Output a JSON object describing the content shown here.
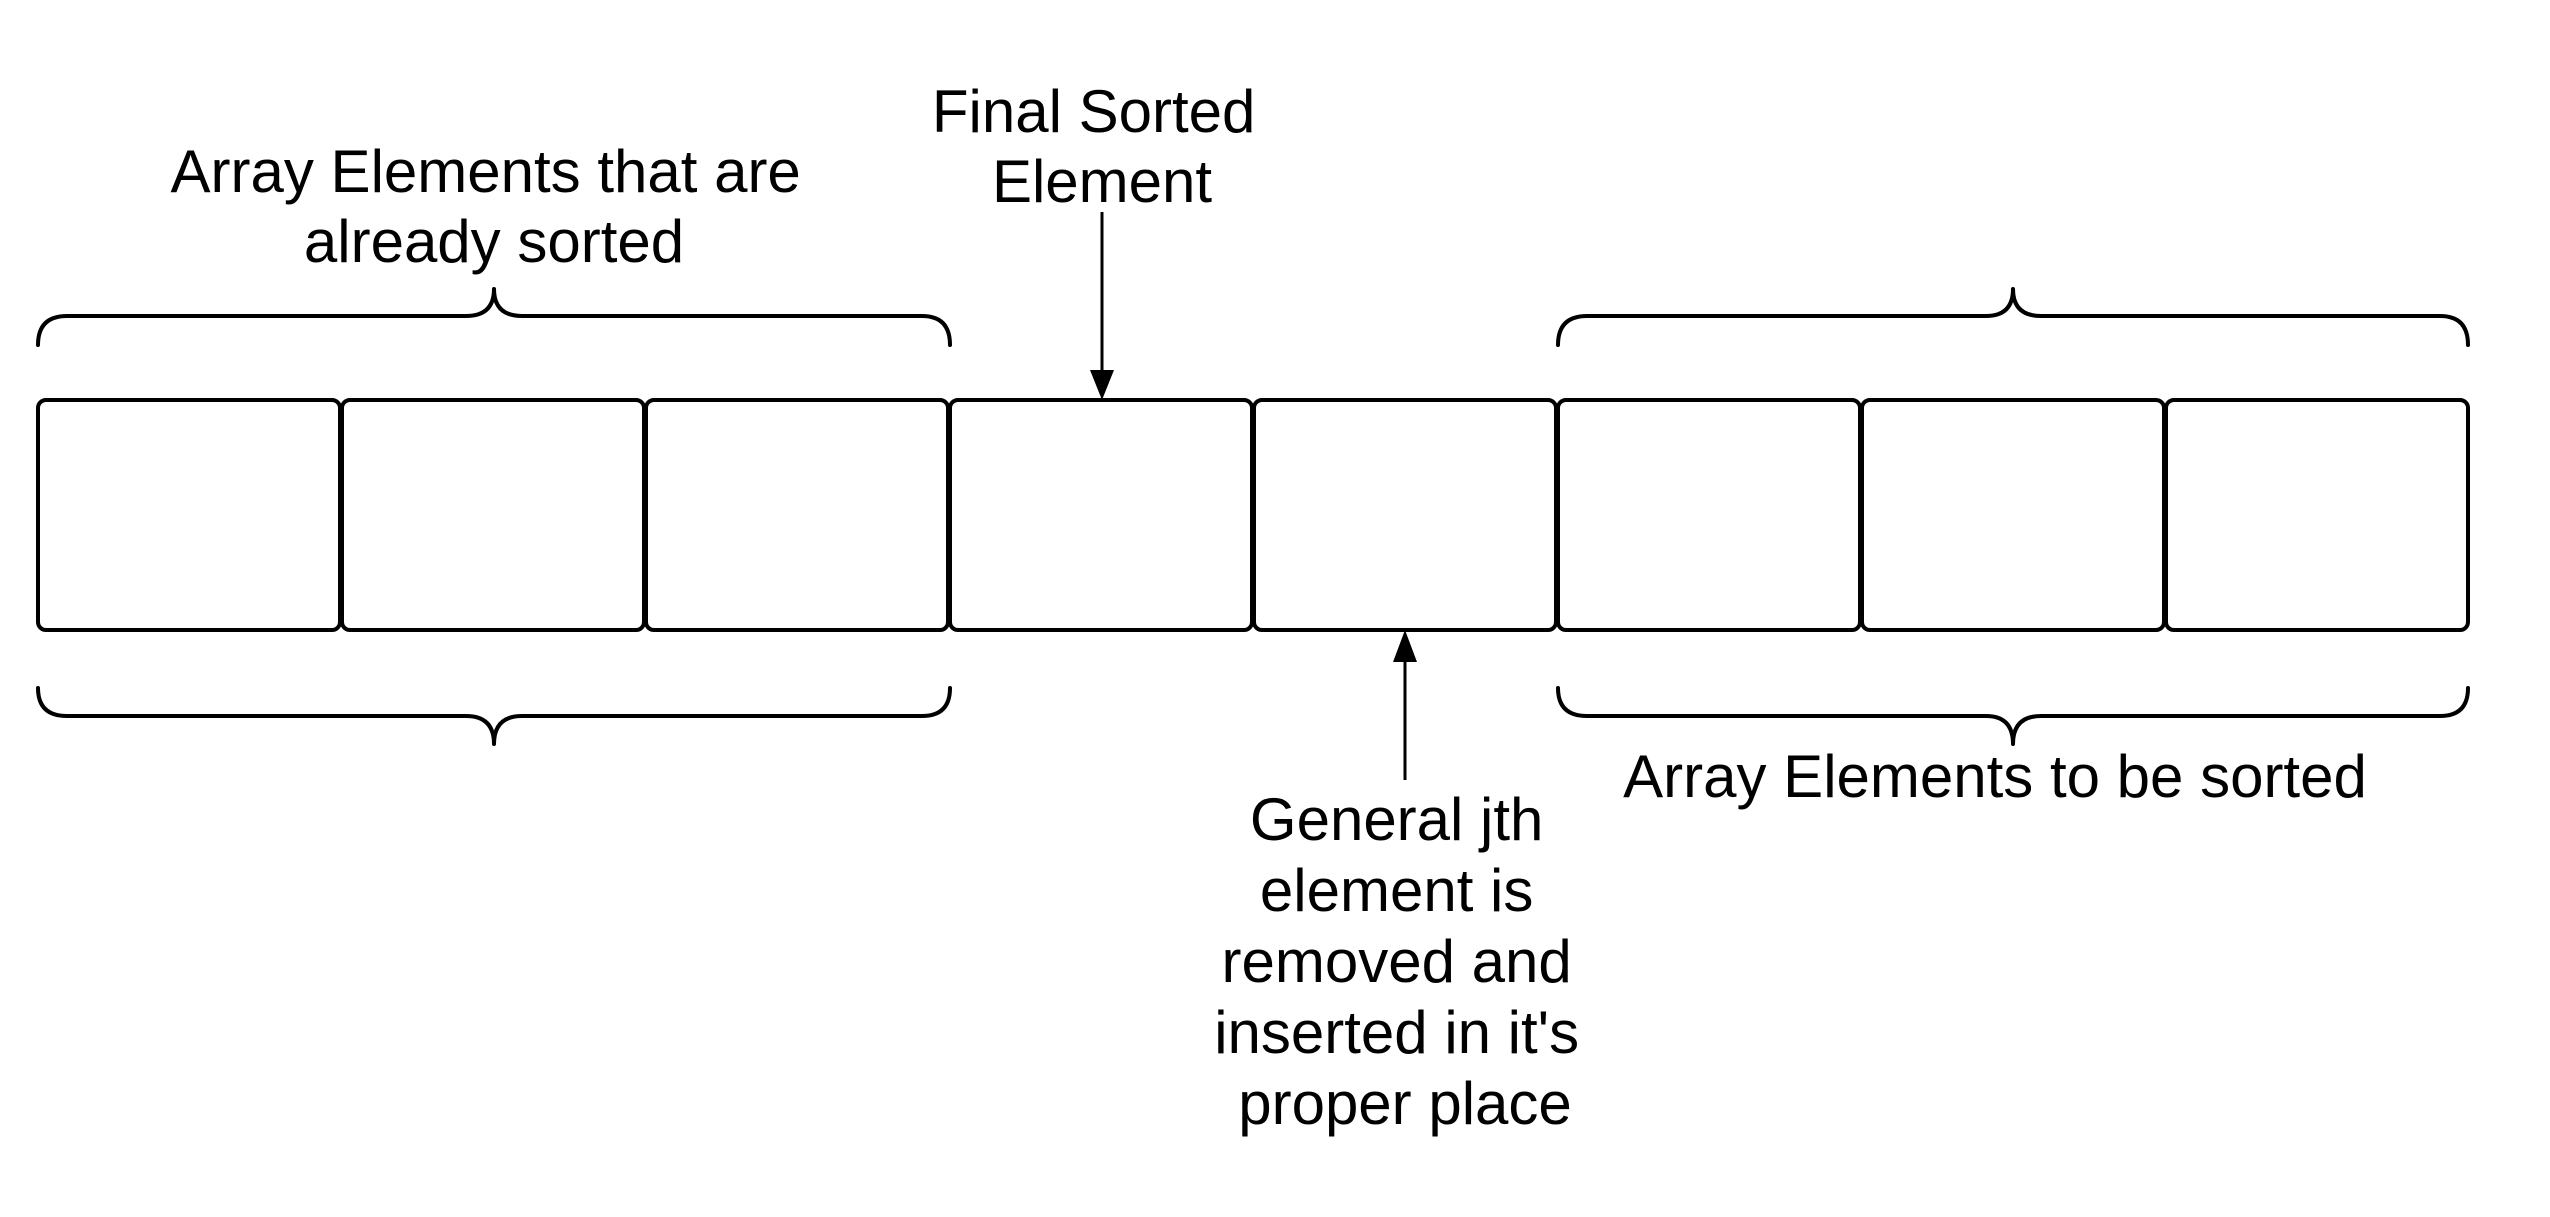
{
  "labels": {
    "sorted_group": [
      "Array Elements that are",
      "already sorted"
    ],
    "final_sorted": [
      "Final Sorted",
      "Element"
    ],
    "unsorted_group": [
      "Array Elements to be sorted"
    ],
    "jth_element": [
      "General jth",
      "element is",
      "removed and",
      "inserted in it's",
      "proper place"
    ]
  },
  "array": {
    "cell_count": 8
  },
  "colors": {
    "stroke": "#000000",
    "background": "#ffffff"
  }
}
